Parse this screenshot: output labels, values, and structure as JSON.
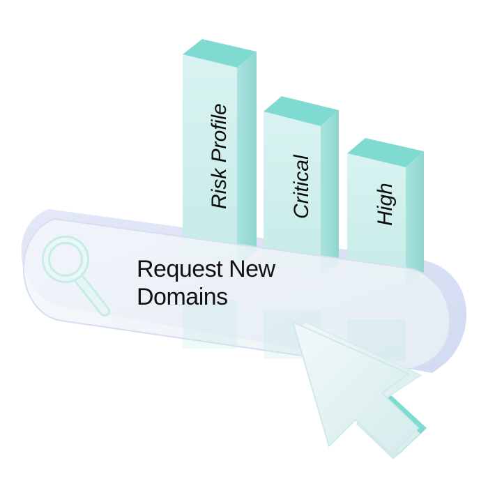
{
  "bars": [
    {
      "label": "Risk Profile"
    },
    {
      "label": "Critical"
    },
    {
      "label": "High"
    }
  ],
  "search_bar": {
    "text_line1": "Request New",
    "text_line2": "Domains"
  },
  "icons": {
    "search": "search-icon",
    "cursor": "cursor-arrow-icon"
  },
  "colors": {
    "bar_front": "#cfeeed",
    "bar_top": "#7fdbd1",
    "bar_side": "#9ed9d4",
    "pill_fill": "#eef3fb",
    "pill_edge": "#d9e1f3",
    "accent": "#4fcfbf"
  }
}
